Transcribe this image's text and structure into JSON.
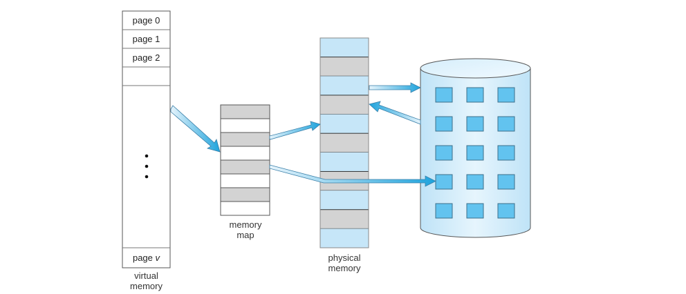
{
  "virtual_memory": {
    "caption_line1": "virtual",
    "caption_line2": "memory",
    "pages": [
      {
        "label": "page 0",
        "italic_suffix": ""
      },
      {
        "label": "page 1",
        "italic_suffix": ""
      },
      {
        "label": "page 2",
        "italic_suffix": ""
      }
    ],
    "last_page": {
      "label": "page ",
      "italic_suffix": "v"
    },
    "ellipsis": "⋮"
  },
  "memory_map": {
    "caption_line1": "memory",
    "caption_line2": "map",
    "slots": [
      "used",
      "free",
      "used",
      "free",
      "used",
      "free",
      "used",
      "free"
    ]
  },
  "physical_memory": {
    "caption_line1": "physical",
    "caption_line2": "memory",
    "frames": [
      "free",
      "used",
      "free",
      "used",
      "free",
      "used",
      "free",
      "used",
      "free",
      "used",
      "free"
    ]
  },
  "backing_store": {
    "name": "disk",
    "rows": 5,
    "cols": 3
  },
  "arrows": [
    {
      "from": "virtual-memory",
      "to": "memory-map-slot-3",
      "meaning": "page mapped via memory map"
    },
    {
      "from": "memory-map-slot-2",
      "to": "physical-memory-frame-4",
      "meaning": "mapped to physical frame"
    },
    {
      "from": "memory-map-slot-4",
      "to": "disk-block-r3c0",
      "meaning": "mapped to disk"
    },
    {
      "from": "physical-memory",
      "to": "disk",
      "meaning": "page out"
    },
    {
      "from": "disk",
      "to": "physical-memory-frame-3",
      "meaning": "page in"
    }
  ],
  "colors": {
    "frame_blue": "#c6e6f8",
    "frame_grey": "#d3d3d3",
    "disk_body": "#d4ecf9",
    "disk_block": "#62c3ef",
    "arrow": "#2fa8dc",
    "arrow_light": "#d8eef9",
    "outline": "#555555"
  }
}
